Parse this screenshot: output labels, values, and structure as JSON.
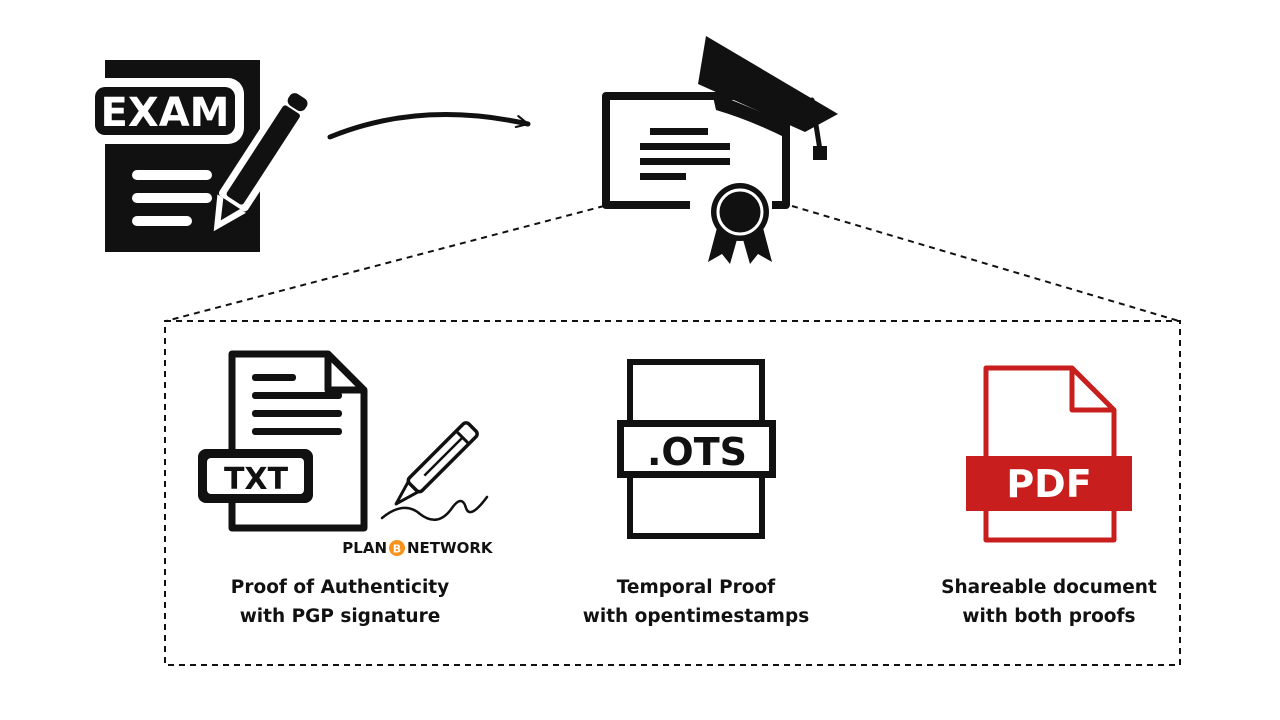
{
  "exam_icon": {
    "label": "EXAM"
  },
  "txt_icon": {
    "label": "TXT"
  },
  "ots_icon": {
    "label": ".OTS"
  },
  "pdf_icon": {
    "label": "PDF"
  },
  "brand": {
    "left": "PLAN",
    "mark": "B",
    "right": "NETWORK"
  },
  "captions": [
    {
      "line1": "Proof of Authenticity",
      "line2": "with PGP signature"
    },
    {
      "line1": "Temporal Proof",
      "line2": "with opentimestamps"
    },
    {
      "line1": "Shareable document",
      "line2": "with both proofs"
    }
  ],
  "colors": {
    "ink": "#111111",
    "pdf_red": "#C81E1E",
    "brand_orange": "#F7931A",
    "background": "#FFFFFF"
  }
}
